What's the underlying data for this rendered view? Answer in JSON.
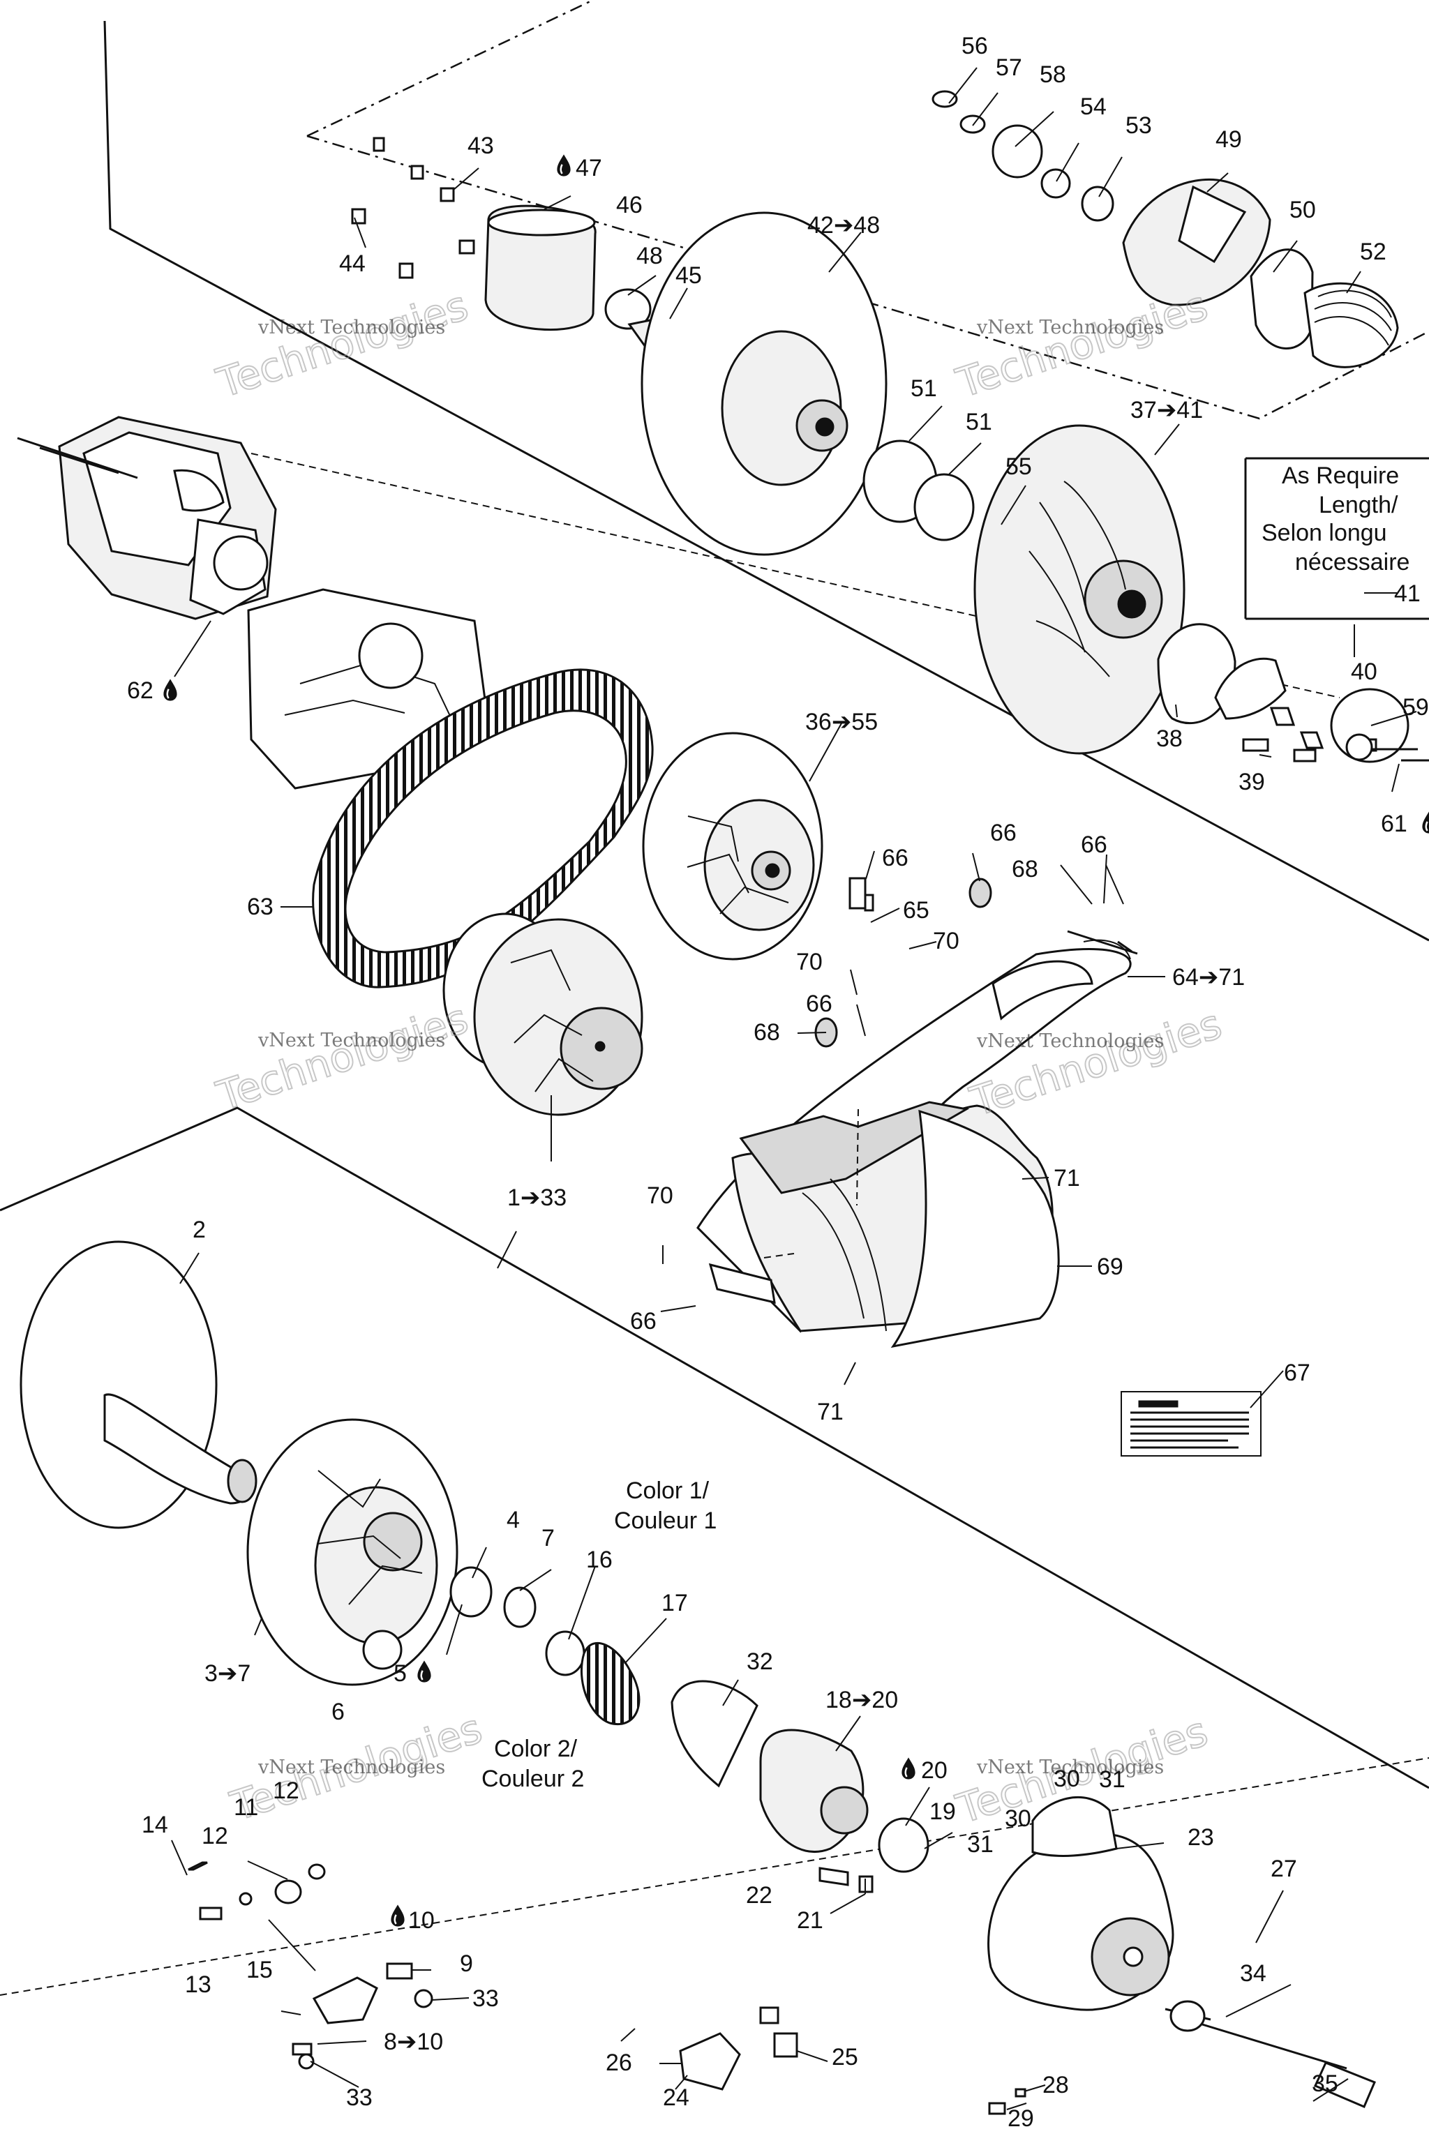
{
  "diagram": {
    "watermark": {
      "line1": "vNext",
      "line2": "Technologies",
      "full": "vNext Technologies"
    },
    "callouts": {
      "c56": "56",
      "c57": "57",
      "c58": "58",
      "c54": "54",
      "c53": "53",
      "c49": "49",
      "c50": "50",
      "c52": "52",
      "c43": "43",
      "c47": "47",
      "c46": "46",
      "c44": "44",
      "c42_48": "42➔48",
      "c48": "48",
      "c45": "45",
      "c51a": "51",
      "c51b": "51",
      "c55": "55",
      "c37_41": "37➔41",
      "c41": "41",
      "c40": "40",
      "c59": "59",
      "c38": "38",
      "c39": "39",
      "c61": "61",
      "c62": "62",
      "c36_55": "36➔55",
      "c63": "63",
      "c66a": "66",
      "c66b": "66",
      "c66c": "66",
      "c66d": "66",
      "c66e": "66",
      "c65": "65",
      "c68a": "68",
      "c68b": "68",
      "c70a": "70",
      "c70b": "70",
      "c70c": "70",
      "c64_71": "64➔71",
      "c71a": "71",
      "c71b": "71",
      "c69": "69",
      "c67": "67",
      "c1_33": "1➔33",
      "c2": "2",
      "c3_7": "3➔7",
      "c4": "4",
      "c5": "5",
      "c6": "6",
      "c7": "7",
      "c16": "16",
      "c17": "17",
      "c32": "32",
      "c18_20": "18➔20",
      "c20": "20",
      "c19": "19",
      "c22": "22",
      "c21": "21",
      "c23": "23",
      "c30a": "30",
      "c30b": "30",
      "c31a": "31",
      "c31b": "31",
      "c27": "27",
      "c34": "34",
      "c35": "35",
      "c28": "28",
      "c29": "29",
      "c24": "24",
      "c25": "25",
      "c26": "26",
      "c14": "14",
      "c11": "11",
      "c12a": "12",
      "c12b": "12",
      "c13": "13",
      "c10": "10",
      "c9": "9",
      "c33a": "33",
      "c33b": "33",
      "c15": "15",
      "c8_10": "8➔10"
    },
    "notes": {
      "as_required": [
        "As Require",
        "Length/",
        "Selon longu",
        "nécessaire"
      ],
      "color1": [
        "Color 1/",
        "Couleur 1"
      ],
      "color2": [
        "Color 2/",
        "Couleur 2"
      ]
    },
    "symbols": {
      "lubricant": "drop-icon",
      "arrow": "➔"
    }
  }
}
